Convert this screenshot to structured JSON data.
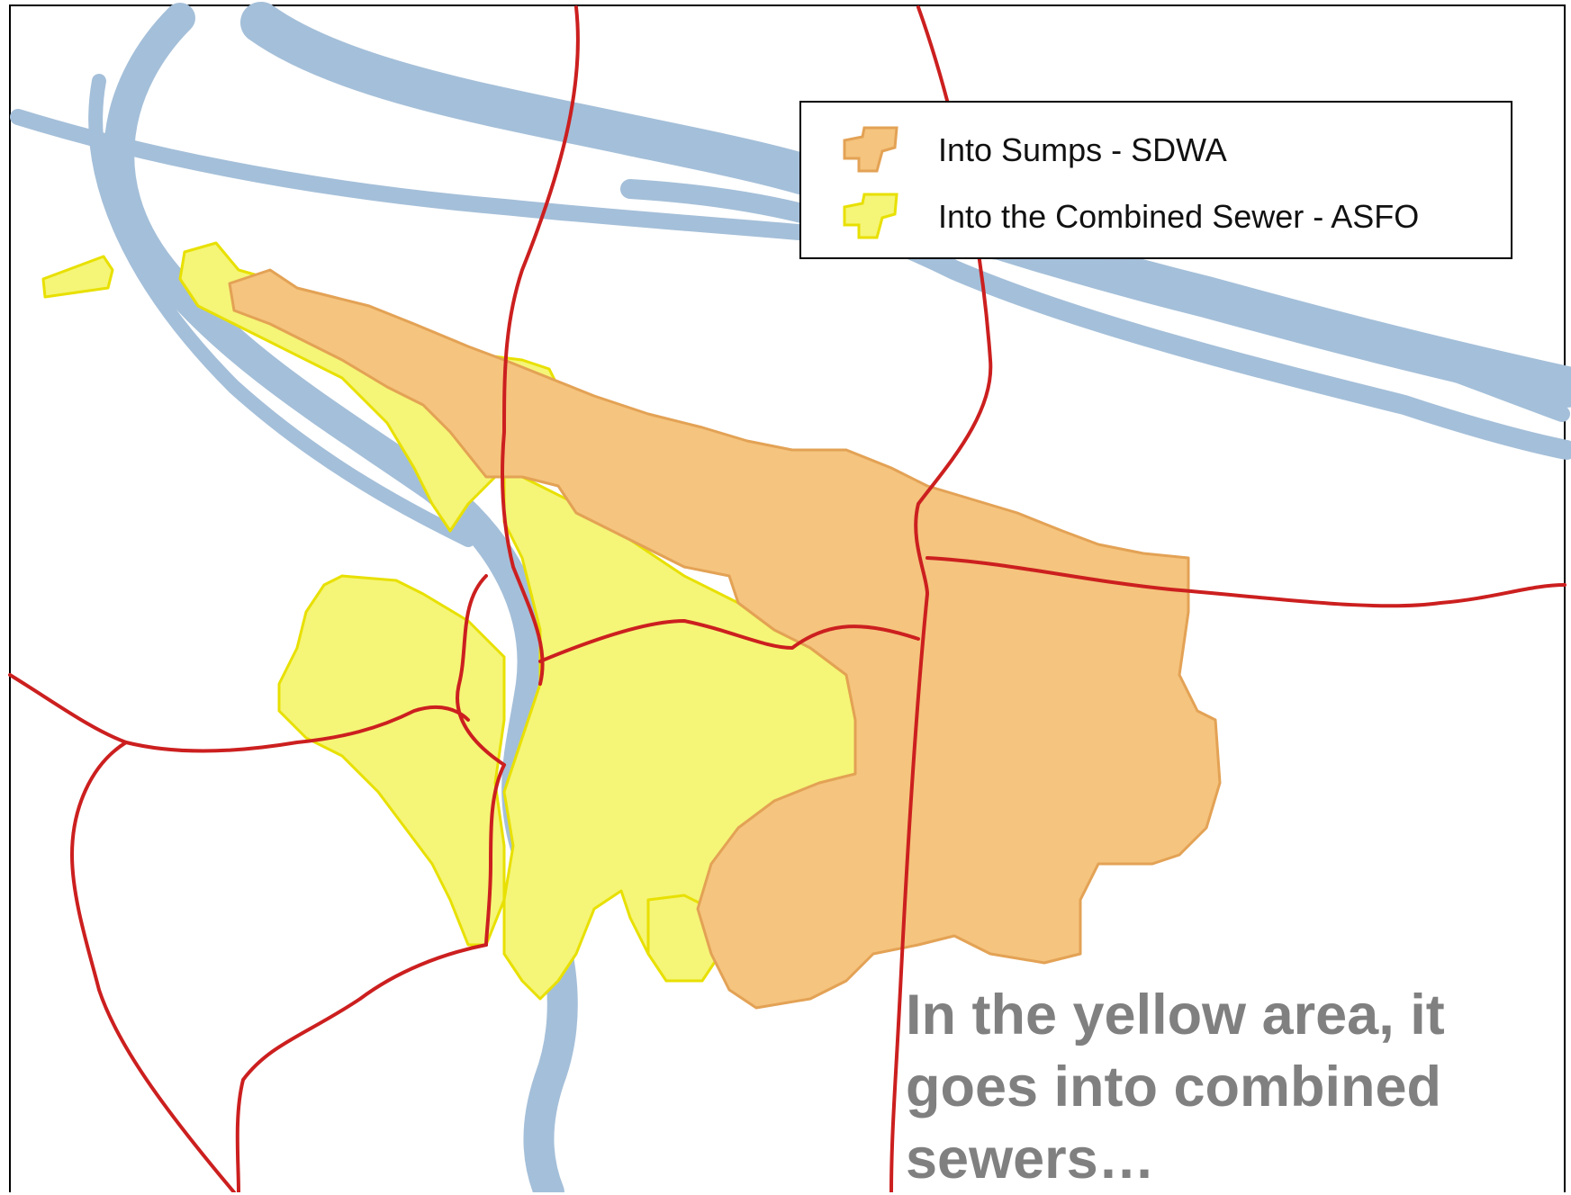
{
  "colors": {
    "water": "#a4bfd9",
    "sumps_fill": "#f5c47e",
    "sumps_stroke": "#e3a255",
    "sewer_fill": "#f5f577",
    "sewer_stroke": "#e8e000",
    "highway": "#cc1f1f",
    "caption_text": "#808080"
  },
  "legend": {
    "items": [
      {
        "label": "Into Sumps - SDWA",
        "swatch": "sumps"
      },
      {
        "label": "Into the Combined Sewer - ASFO",
        "swatch": "sewer"
      }
    ]
  },
  "caption": {
    "lines": [
      "In the yellow area, it",
      "goes into combined",
      "sewers…"
    ]
  }
}
